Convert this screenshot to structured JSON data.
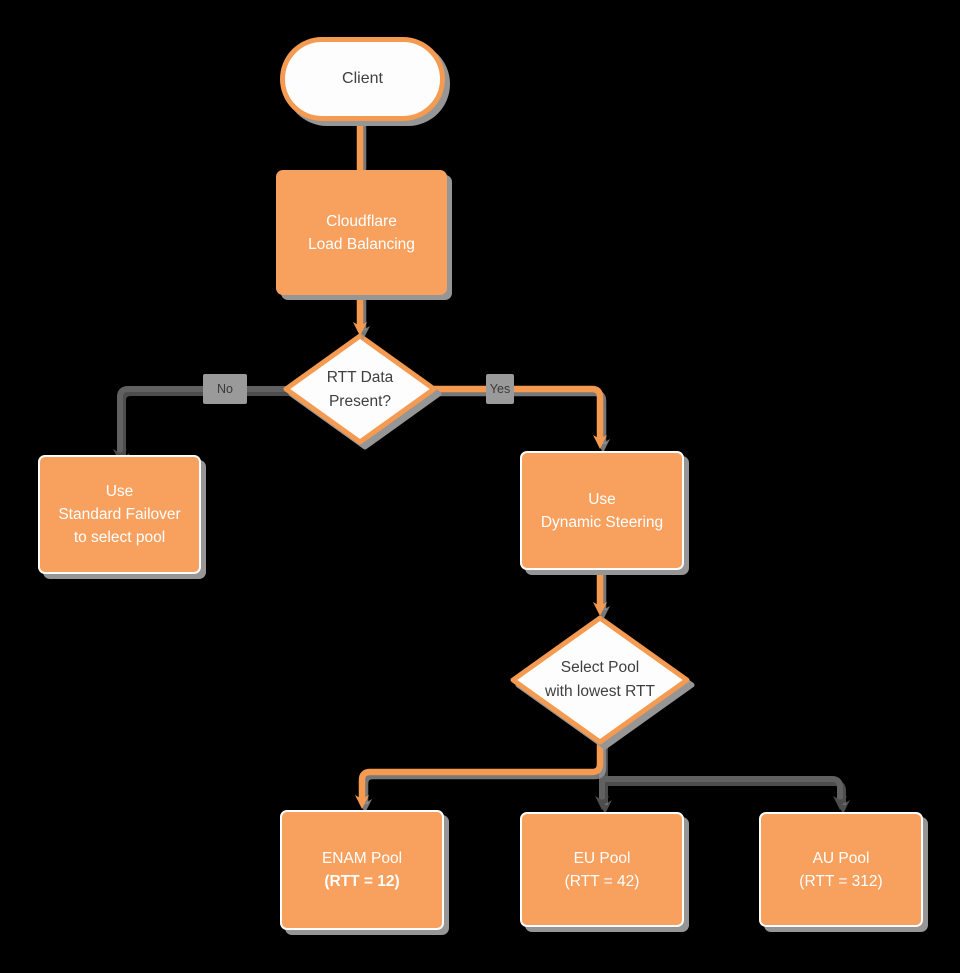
{
  "diagram": {
    "type": "flowchart",
    "background": "#000000",
    "colors": {
      "node_fill_orange": "#F8A05E",
      "edge_orange": "#F49A51",
      "edge_gray": "#616161",
      "arrowhead_gray": "#4D4D4D",
      "node_fill_white": "#FDFDFD",
      "shadow_gray": "#969696",
      "dark_text": "#3F3F3F",
      "edge_label_bg": "#9A9A9A"
    }
  },
  "nodes": {
    "client": {
      "label": "Client"
    },
    "load_balancer": {
      "lines": [
        "Cloudflare",
        "Load Balancing"
      ]
    },
    "rtt_decision": {
      "lines": [
        "RTT Data",
        "Present?"
      ]
    },
    "standard_failover": {
      "lines": [
        "Use",
        "Standard Failover",
        "to select pool"
      ]
    },
    "dynamic_steering": {
      "lines": [
        "Use",
        "Dynamic Steering"
      ]
    },
    "pool_decision": {
      "lines": [
        "Select Pool",
        "with lowest RTT"
      ]
    },
    "enam_pool": {
      "name": "ENAM Pool",
      "rtt": "(RTT = 12)"
    },
    "eu_pool": {
      "name": "EU Pool",
      "rtt": "(RTT = 42)"
    },
    "au_pool": {
      "name": "AU Pool",
      "rtt": "(RTT = 312)"
    }
  },
  "edges": {
    "no_label": "No",
    "yes_label": "Yes",
    "connections": [
      {
        "from": "Client",
        "to": "Cloudflare Load Balancing",
        "color": "orange"
      },
      {
        "from": "Cloudflare Load Balancing",
        "to": "RTT Data Present?",
        "color": "orange"
      },
      {
        "from": "RTT Data Present?",
        "to": "Use Standard Failover to select pool",
        "label": "No",
        "color": "gray"
      },
      {
        "from": "RTT Data Present?",
        "to": "Use Dynamic Steering",
        "label": "Yes",
        "color": "orange"
      },
      {
        "from": "Use Dynamic Steering",
        "to": "Select Pool with lowest RTT",
        "color": "orange"
      },
      {
        "from": "Select Pool with lowest RTT",
        "to": "ENAM Pool (RTT = 12)",
        "color": "orange"
      },
      {
        "from": "Select Pool with lowest RTT",
        "to": "EU Pool (RTT = 42)",
        "color": "gray"
      },
      {
        "from": "Select Pool with lowest RTT",
        "to": "AU Pool (RTT = 312)",
        "color": "gray"
      }
    ]
  }
}
